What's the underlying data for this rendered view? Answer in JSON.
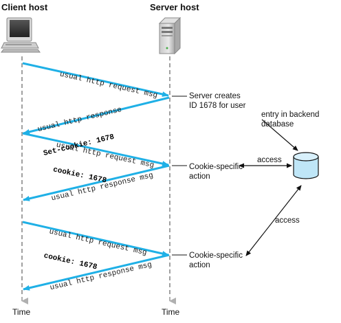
{
  "hosts": {
    "client": "Client host",
    "server": "Server host"
  },
  "time_labels": {
    "client": "Time",
    "server": "Time"
  },
  "messages": [
    {
      "line1": "usual http request msg",
      "line2": ""
    },
    {
      "line1": "usual http response",
      "line2": "Set-cookie: 1678"
    },
    {
      "line1": "usual http request msg",
      "line2": "cookie: 1678"
    },
    {
      "line1": "usual http response msg",
      "line2": ""
    },
    {
      "line1": "usual http request msg",
      "line2": "cookie: 1678"
    },
    {
      "line1": "usual http response msg",
      "line2": ""
    }
  ],
  "notes": {
    "server_creates": [
      "Server creates",
      "ID 1678 for user"
    ],
    "backend_entry": [
      "entry in backend",
      "database"
    ],
    "access_top": "access",
    "access_bottom": "access",
    "cookie_action_1": [
      "Cookie-specific",
      "action"
    ],
    "cookie_action_2": [
      "Cookie-specific",
      "action"
    ]
  },
  "colors": {
    "arrow": "#1fb0e6",
    "timeline": "#9a9a9a",
    "database": "#bfe6f7"
  },
  "icons": {
    "client": "desktop-computer-icon",
    "server": "server-tower-icon",
    "database": "database-cylinder-icon"
  }
}
